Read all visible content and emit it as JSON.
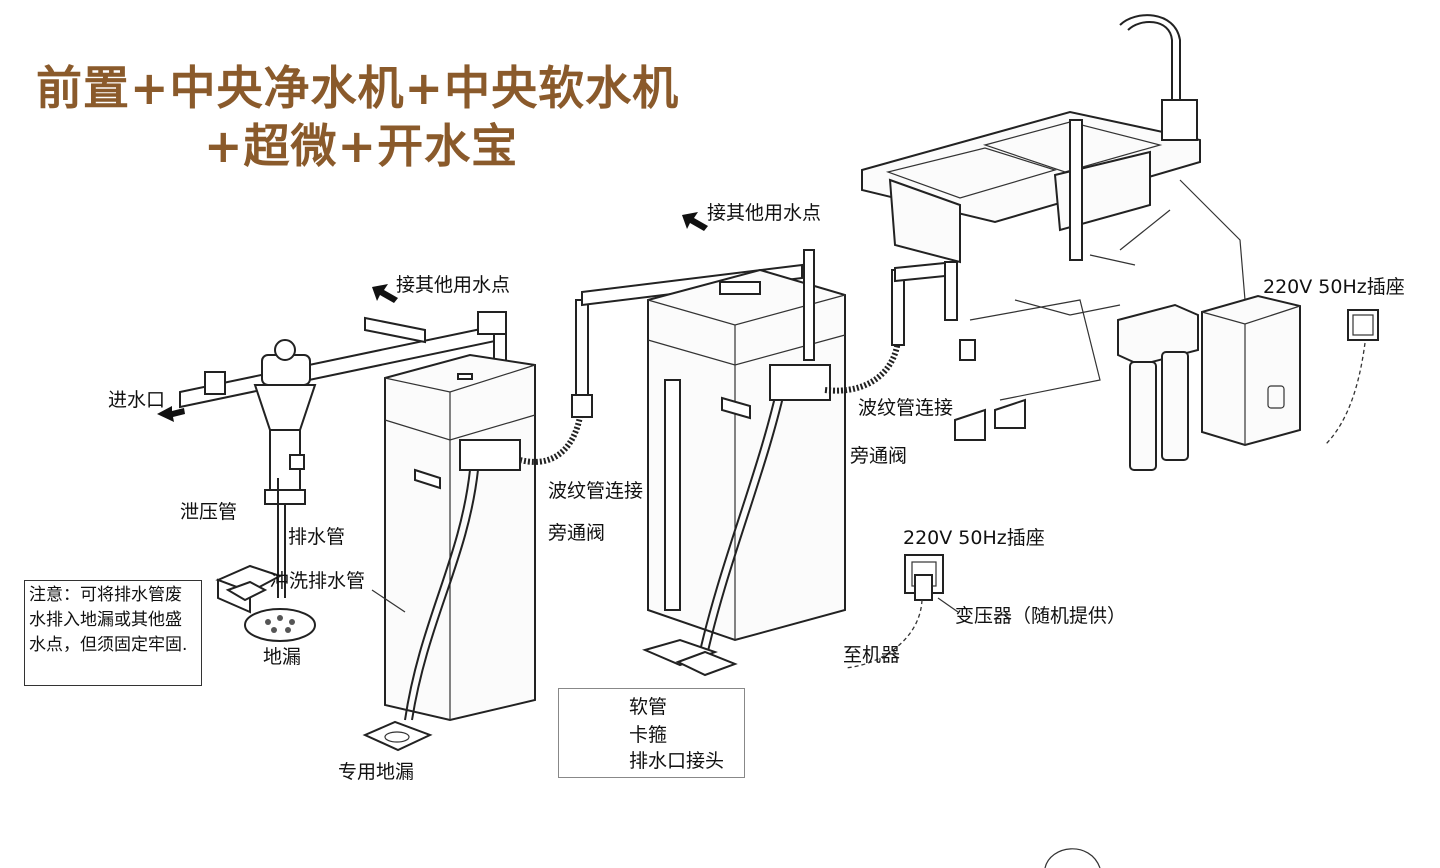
{
  "title": {
    "line1": "前置+中央净水机+中央软水机",
    "line2": "+超微+开水宝"
  },
  "labels": {
    "inlet": "进水口",
    "other_point_1": "接其他用水点",
    "other_point_2": "接其他用水点",
    "relief_pipe": "泄压管",
    "drain_pipe": "排水管",
    "flush_drain_pipe": "冲洗排水管",
    "floor_drain": "地漏",
    "dedicated_floor_drain": "专用地漏",
    "bellows_1": "波纹管连接",
    "bypass_1": "旁通阀",
    "bellows_2": "波纹管连接",
    "bypass_2": "旁通阀",
    "socket_1": "220V 50Hz插座",
    "socket_2": "220V 50Hz插座",
    "transformer": "变压器（随机提供）",
    "to_machine": "至机器"
  },
  "note": {
    "text": "注意：可将排水管废水排入地漏或其他盛水点，但须固定牢固."
  },
  "legend": {
    "items": [
      {
        "label": "软管"
      },
      {
        "label": "卡箍"
      },
      {
        "label": "排水口接头"
      }
    ]
  }
}
